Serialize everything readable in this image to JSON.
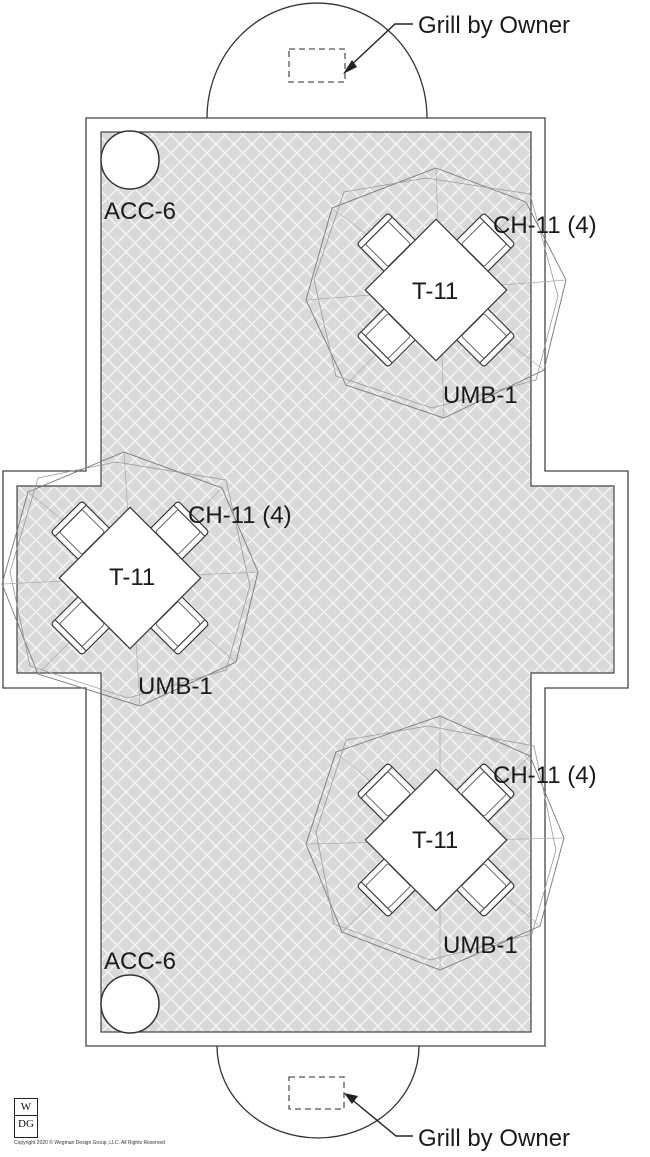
{
  "labels": {
    "grill_top": "Grill by Owner",
    "grill_bottom": "Grill by Owner",
    "acc_top": "ACC-6",
    "acc_bottom": "ACC-6",
    "set1_chairs": "CH-11 (4)",
    "set1_table": "T-11",
    "set1_umbrella": "UMB-1",
    "set2_chairs": "CH-11 (4)",
    "set2_table": "T-11",
    "set2_umbrella": "UMB-1",
    "set3_chairs": "CH-11 (4)",
    "set3_table": "T-11",
    "set3_umbrella": "UMB-1"
  },
  "logo": {
    "top": "W",
    "bottom": "DG"
  },
  "copyright": "Copyright 2020 © Wegman Design Group, LLC. All Rights Reserved",
  "colors": {
    "paver": "#d9d9d9",
    "pattern": "#f2f2f2",
    "line": "#555555"
  }
}
